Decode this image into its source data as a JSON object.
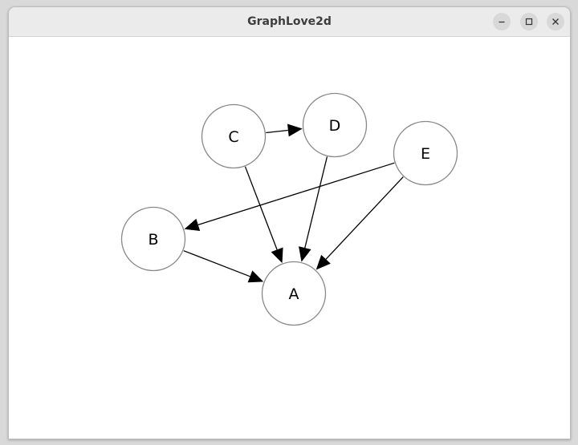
{
  "window": {
    "title": "GraphLove2d"
  },
  "colors": {
    "titlebar": "#ebebeb",
    "canvas": "#ffffff",
    "node_stroke": "#888888",
    "edge": "#000000"
  },
  "graph": {
    "nodes": [
      {
        "id": "A",
        "label": "A"
      },
      {
        "id": "B",
        "label": "B"
      },
      {
        "id": "C",
        "label": "C"
      },
      {
        "id": "D",
        "label": "D"
      },
      {
        "id": "E",
        "label": "E"
      }
    ],
    "edges": [
      {
        "from": "B",
        "to": "A"
      },
      {
        "from": "C",
        "to": "A"
      },
      {
        "from": "C",
        "to": "D"
      },
      {
        "from": "D",
        "to": "A"
      },
      {
        "from": "E",
        "to": "A"
      },
      {
        "from": "E",
        "to": "B"
      }
    ]
  }
}
